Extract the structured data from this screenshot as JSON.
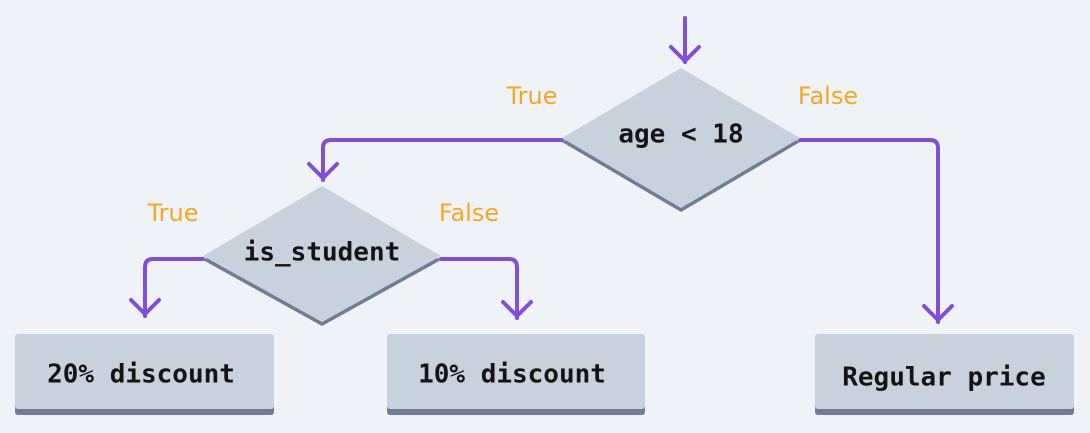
{
  "diagram": {
    "decisions": {
      "age_check": "age < 18",
      "student_check": "is_student"
    },
    "branch_labels": {
      "age_true": "True",
      "age_false": "False",
      "student_true": "True",
      "student_false": "False"
    },
    "outcomes": {
      "twenty_percent": "20% discount",
      "ten_percent": "10% discount",
      "regular": "Regular price"
    },
    "colors": {
      "background": "#eff3f7",
      "node_fill": "#c8d2dd",
      "node_shadow": "#6e7c96",
      "arrow": "#7f4fdb",
      "branch_label": "#f5a623",
      "text": "#141414"
    }
  }
}
